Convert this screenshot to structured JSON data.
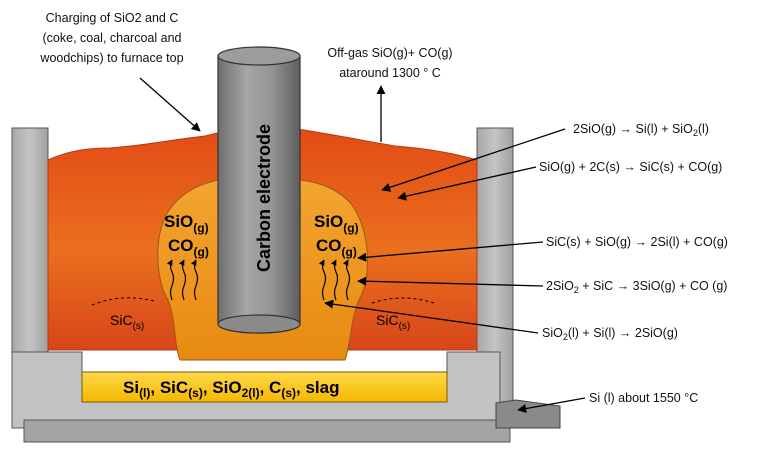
{
  "notes": {
    "charging": [
      "Charging of SiO2 and C",
      "(coke, coal, charcoal and",
      "woodchips) to furnace top"
    ],
    "offgas": [
      "Off-gas SiO(g)+ CO(g)",
      "ataround 1300 ° C"
    ],
    "tap": "Si (l) about 1550 °C"
  },
  "electrode": "Carbon electrode",
  "gas_left": {
    "line1": "SiO",
    "sub1": "(g)",
    "line2": "CO",
    "sub2": "(g)"
  },
  "gas_right": {
    "line1": "SiO",
    "sub1": "(g)",
    "line2": "CO",
    "sub2": "(g)"
  },
  "sic_left": {
    "main": "SiC",
    "sub": "(s)"
  },
  "sic_right": {
    "main": "SiC",
    "sub": "(s)"
  },
  "bath": {
    "p1": "Si",
    "s1": "(l)",
    "p2": ", SiC",
    "s2": "(s)",
    "p3": ", SiO",
    "s3": "2(l)",
    "p4": ", C",
    "s4": "(s)",
    "p5": ", slag"
  },
  "reactions": {
    "r1": {
      "a": "2SiO(g) → Si(l) + SiO",
      "s": "2",
      "b": "(l)"
    },
    "r2": "SiO(g) + 2C(s) → SiC(s) + CO(g)",
    "r3": "SiC(s) + SiO(g) → 2Si(l) + CO(g)",
    "r4": {
      "a": "2SiO",
      "s": "2",
      "b": " + SiC → 3SiO(g) + CO (g)"
    },
    "r5": {
      "a": "SiO",
      "s": "2",
      "b": "(l) + Si(l) → 2SiO(g)"
    }
  },
  "colors": {
    "wall": "#b4b4b4",
    "charge_top": "#e0521a",
    "charge_mid": "#ee8a22",
    "cavity": "#ee9e1e",
    "bath": "#ffcc00",
    "electrode": "#8c8c8c"
  }
}
